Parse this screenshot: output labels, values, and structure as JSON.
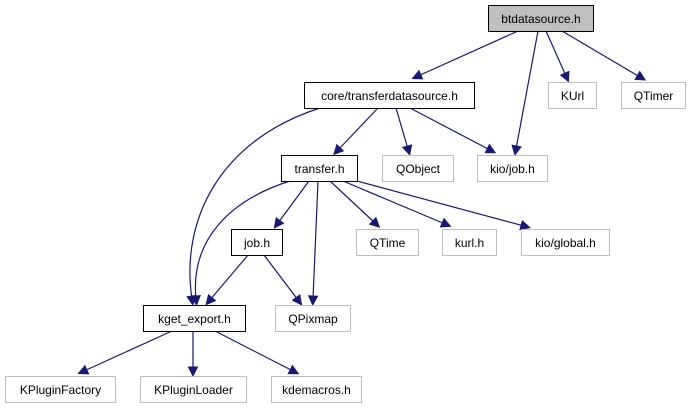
{
  "diagram": {
    "type": "include-dependency-graph",
    "colors": {
      "edge": "#191970",
      "root_fill": "#bfbfbf",
      "local_border": "#000000",
      "external_border": "#bfbfbf"
    },
    "nodes": [
      {
        "id": "btdatasource",
        "label": "btdatasource.h",
        "kind": "root"
      },
      {
        "id": "transferdatasource",
        "label": "core/transferdatasource.h",
        "kind": "local"
      },
      {
        "id": "KUrl",
        "label": "KUrl",
        "kind": "external"
      },
      {
        "id": "QTimer",
        "label": "QTimer",
        "kind": "external"
      },
      {
        "id": "transfer",
        "label": "transfer.h",
        "kind": "local"
      },
      {
        "id": "QObject",
        "label": "QObject",
        "kind": "external"
      },
      {
        "id": "kiojob",
        "label": "kio/job.h",
        "kind": "external"
      },
      {
        "id": "job",
        "label": "job.h",
        "kind": "local"
      },
      {
        "id": "QTime",
        "label": "QTime",
        "kind": "external"
      },
      {
        "id": "kurl",
        "label": "kurl.h",
        "kind": "external"
      },
      {
        "id": "kioglobal",
        "label": "kio/global.h",
        "kind": "external"
      },
      {
        "id": "kget_export",
        "label": "kget_export.h",
        "kind": "local"
      },
      {
        "id": "QPixmap",
        "label": "QPixmap",
        "kind": "external"
      },
      {
        "id": "KPluginFactory",
        "label": "KPluginFactory",
        "kind": "external"
      },
      {
        "id": "KPluginLoader",
        "label": "KPluginLoader",
        "kind": "external"
      },
      {
        "id": "kdemacros",
        "label": "kdemacros.h",
        "kind": "external"
      }
    ],
    "edges": [
      {
        "from": "btdatasource",
        "to": "transferdatasource"
      },
      {
        "from": "btdatasource",
        "to": "kiojob"
      },
      {
        "from": "btdatasource",
        "to": "KUrl"
      },
      {
        "from": "btdatasource",
        "to": "QTimer"
      },
      {
        "from": "transferdatasource",
        "to": "kget_export"
      },
      {
        "from": "transferdatasource",
        "to": "transfer"
      },
      {
        "from": "transferdatasource",
        "to": "QObject"
      },
      {
        "from": "transferdatasource",
        "to": "kiojob"
      },
      {
        "from": "transfer",
        "to": "kget_export"
      },
      {
        "from": "transfer",
        "to": "job"
      },
      {
        "from": "transfer",
        "to": "QPixmap"
      },
      {
        "from": "transfer",
        "to": "QTime"
      },
      {
        "from": "transfer",
        "to": "kurl"
      },
      {
        "from": "transfer",
        "to": "kioglobal"
      },
      {
        "from": "job",
        "to": "kget_export"
      },
      {
        "from": "job",
        "to": "QPixmap"
      },
      {
        "from": "kget_export",
        "to": "KPluginFactory"
      },
      {
        "from": "kget_export",
        "to": "KPluginLoader"
      },
      {
        "from": "kget_export",
        "to": "kdemacros"
      }
    ]
  }
}
